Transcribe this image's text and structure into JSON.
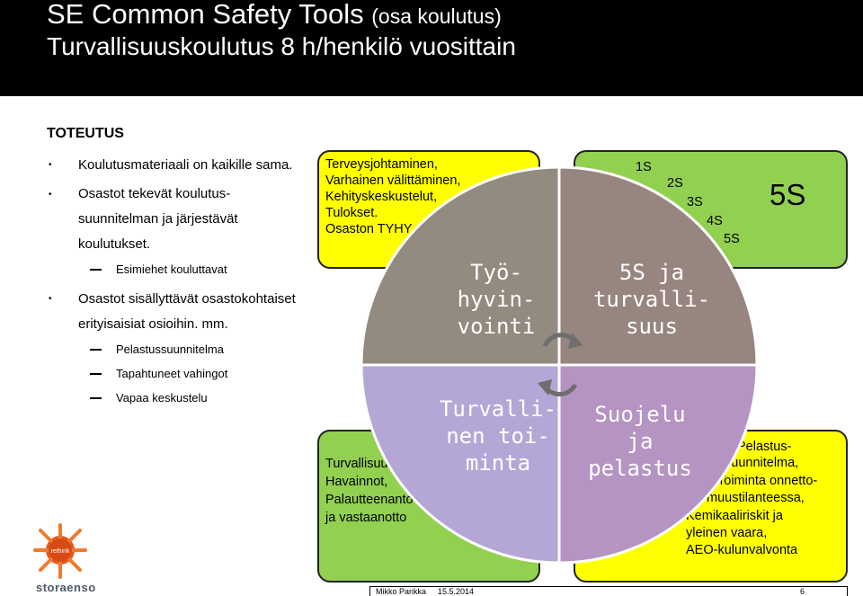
{
  "header": {
    "title_main": "SE Common Safety Tools",
    "title_paren": "(osa koulutus)",
    "subtitle": "Turvallisuuskoulutus 8 h/henkilö vuosittain"
  },
  "left": {
    "heading": "TOTEUTUS",
    "b1": "Koulutusmateriaali on kaikille sama.",
    "b2_l1": "Osastot tekevät koulutus-",
    "b2_l2": "suunnitelman ja järjestävät",
    "b2_l3": "koulutukset.",
    "d1": "Esimiehet kouluttavat",
    "b3_l1": "Osastot sisällyttävät osastokohtaiset",
    "b3_l2": "erityisaisiat osioihin. mm.",
    "d2": "Pelastussuunnitelma",
    "d3": "Tapahtuneet vahingot",
    "d4": "Vapaa keskustelu"
  },
  "boxes": {
    "tl": [
      "Terveysjohtaminen,",
      "Varhainen välittäminen,",
      "Kehityskeskustelut,",
      "Tulokset.",
      "Osaston TYHY"
    ],
    "tr": {
      "s1": "1S",
      "s2": "2S",
      "s3": "3S",
      "s4": "4S",
      "s5": "5S",
      "big": "5S"
    },
    "bl": [
      "Turvallisuus-",
      "Havainnot,",
      "Palautteenanto",
      "ja vastaanotto"
    ],
    "br": [
      "Pelastus-",
      "suunnitelma,",
      "Toiminta onnetto-",
      "muustilanteessa,",
      "Kemikaaliriskit ja",
      "yleinen vaara,",
      "AEO-kulunvalvonta"
    ]
  },
  "quadrants": {
    "q1": [
      "Työ-",
      "hyvin-",
      "vointi"
    ],
    "q2": [
      "5S ja",
      "turvalli-",
      "suus"
    ],
    "q3": [
      "Turvalli-",
      "nen toi-",
      "minta"
    ],
    "q4": [
      "Suojelu",
      "ja",
      "pelastus"
    ]
  },
  "colors": {
    "q1": "#938a80",
    "q2": "#978580",
    "q3": "#b4a7d6",
    "q4": "#b594c3",
    "yellow": "#ffff00",
    "green": "#92d050"
  },
  "footer": {
    "author": "Mikko Parikka",
    "date": "15.5.2014",
    "page": "6"
  },
  "logo": {
    "badge": "rethink",
    "name": "storaenso"
  }
}
